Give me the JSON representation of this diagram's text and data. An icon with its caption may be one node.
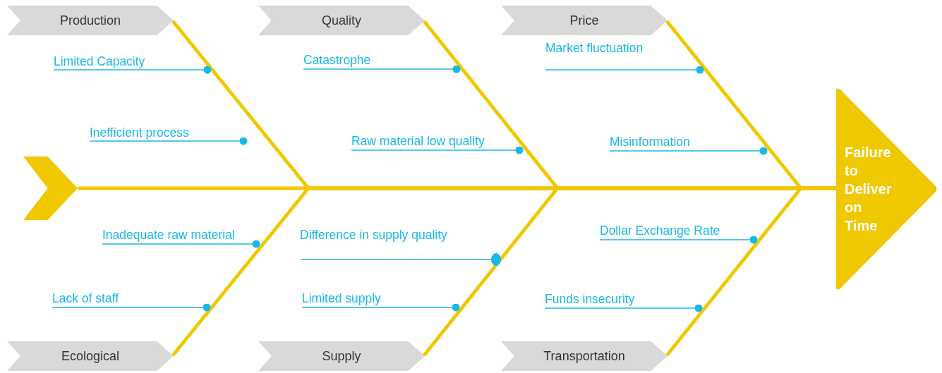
{
  "diagram": {
    "nodes": [
      {
        "text": [],
        "shape": "chevron"
      },
      {
        "text": [
          "Production"
        ]
      },
      {
        "text": [
          "Quality"
        ]
      },
      {
        "text": [
          "Price"
        ]
      },
      {
        "text": [
          "Ecological"
        ]
      },
      {
        "text": [
          "Supply"
        ]
      },
      {
        "text": [
          "Transportation"
        ]
      },
      {
        "text": [
          "Failure to Deliver on Time"
        ]
      },
      {
        "text": [
          "Limited Capacity"
        ]
      },
      {
        "text": [
          "Inefficient process"
        ]
      },
      {
        "text": [
          "Inadequate raw material"
        ]
      },
      {
        "text": [
          "Lack of staff"
        ]
      },
      {
        "text": [
          "Catastrophe"
        ]
      },
      {
        "text": [
          "Raw material low quality"
        ]
      },
      {
        "text": [
          "Difference in supply quality"
        ]
      },
      {
        "text": [
          "Limited supply"
        ]
      },
      {
        "text": [
          "Market fluctuation"
        ]
      },
      {
        "text": [
          "Misinformation"
        ]
      },
      {
        "text": [
          "Dollar Exchange Rate"
        ]
      },
      {
        "text": [
          "Funds insecurity"
        ]
      }
    ],
    "edges": [
      {
        "from": 0,
        "to": 7,
        "arrow": "none",
        "style": "thick",
        "color": "#f0c800"
      },
      {
        "from": 1,
        "to": 7,
        "arrow": "none",
        "style": "thick",
        "color": "#f0c800"
      },
      {
        "from": 2,
        "to": 7,
        "arrow": "none",
        "style": "thick",
        "color": "#f0c800"
      },
      {
        "from": 3,
        "to": 7,
        "arrow": "none",
        "style": "thick",
        "color": "#f0c800"
      },
      {
        "from": 4,
        "to": 7,
        "arrow": "none",
        "style": "thick",
        "color": "#f0c800"
      },
      {
        "from": 5,
        "to": 7,
        "arrow": "none",
        "style": "thick",
        "color": "#f0c800"
      },
      {
        "from": 6,
        "to": 7,
        "arrow": "none",
        "style": "thick",
        "color": "#f0c800"
      },
      {
        "from": 8,
        "to": null,
        "arrow": "other"
      },
      {
        "from": 9,
        "to": null,
        "arrow": "other"
      },
      {
        "from": 10,
        "to": null,
        "arrow": "other"
      },
      {
        "from": 11,
        "to": null,
        "arrow": "other"
      },
      {
        "from": 12,
        "to": null,
        "arrow": "other"
      },
      {
        "from": 13,
        "to": null,
        "arrow": "other"
      },
      {
        "from": 14,
        "to": null,
        "arrow": "other"
      },
      {
        "from": 15,
        "to": null,
        "arrow": "other"
      },
      {
        "from": 16,
        "to": null,
        "arrow": "other"
      },
      {
        "from": 17,
        "to": null,
        "arrow": "other"
      },
      {
        "from": 18,
        "to": null,
        "arrow": "other"
      },
      {
        "from": 19,
        "to": null,
        "arrow": "other"
      }
    ]
  }
}
